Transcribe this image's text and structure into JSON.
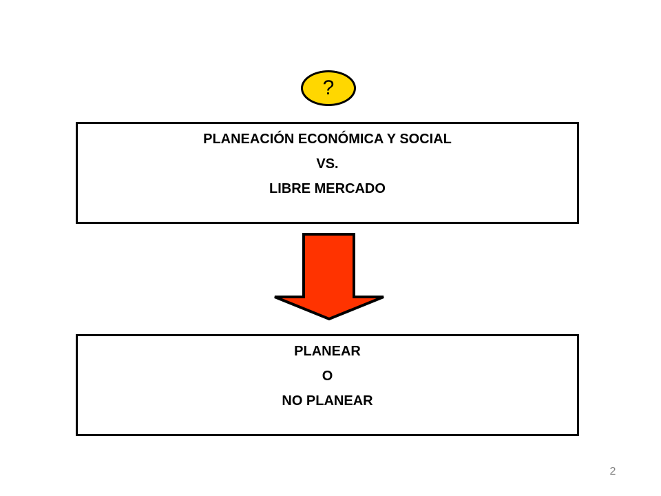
{
  "badge": {
    "text": "?",
    "fill": "#ffd700"
  },
  "top_box": {
    "lines": [
      "PLANEACIÓN ECONÓMICA Y SOCIAL",
      "VS.",
      "LIBRE MERCADO"
    ]
  },
  "arrow": {
    "icon": "down-arrow-icon",
    "fill": "#ff3300"
  },
  "bottom_box": {
    "lines": [
      "PLANEAR",
      "O",
      "NO PLANEAR"
    ]
  },
  "footer": {
    "page_number": "2"
  }
}
